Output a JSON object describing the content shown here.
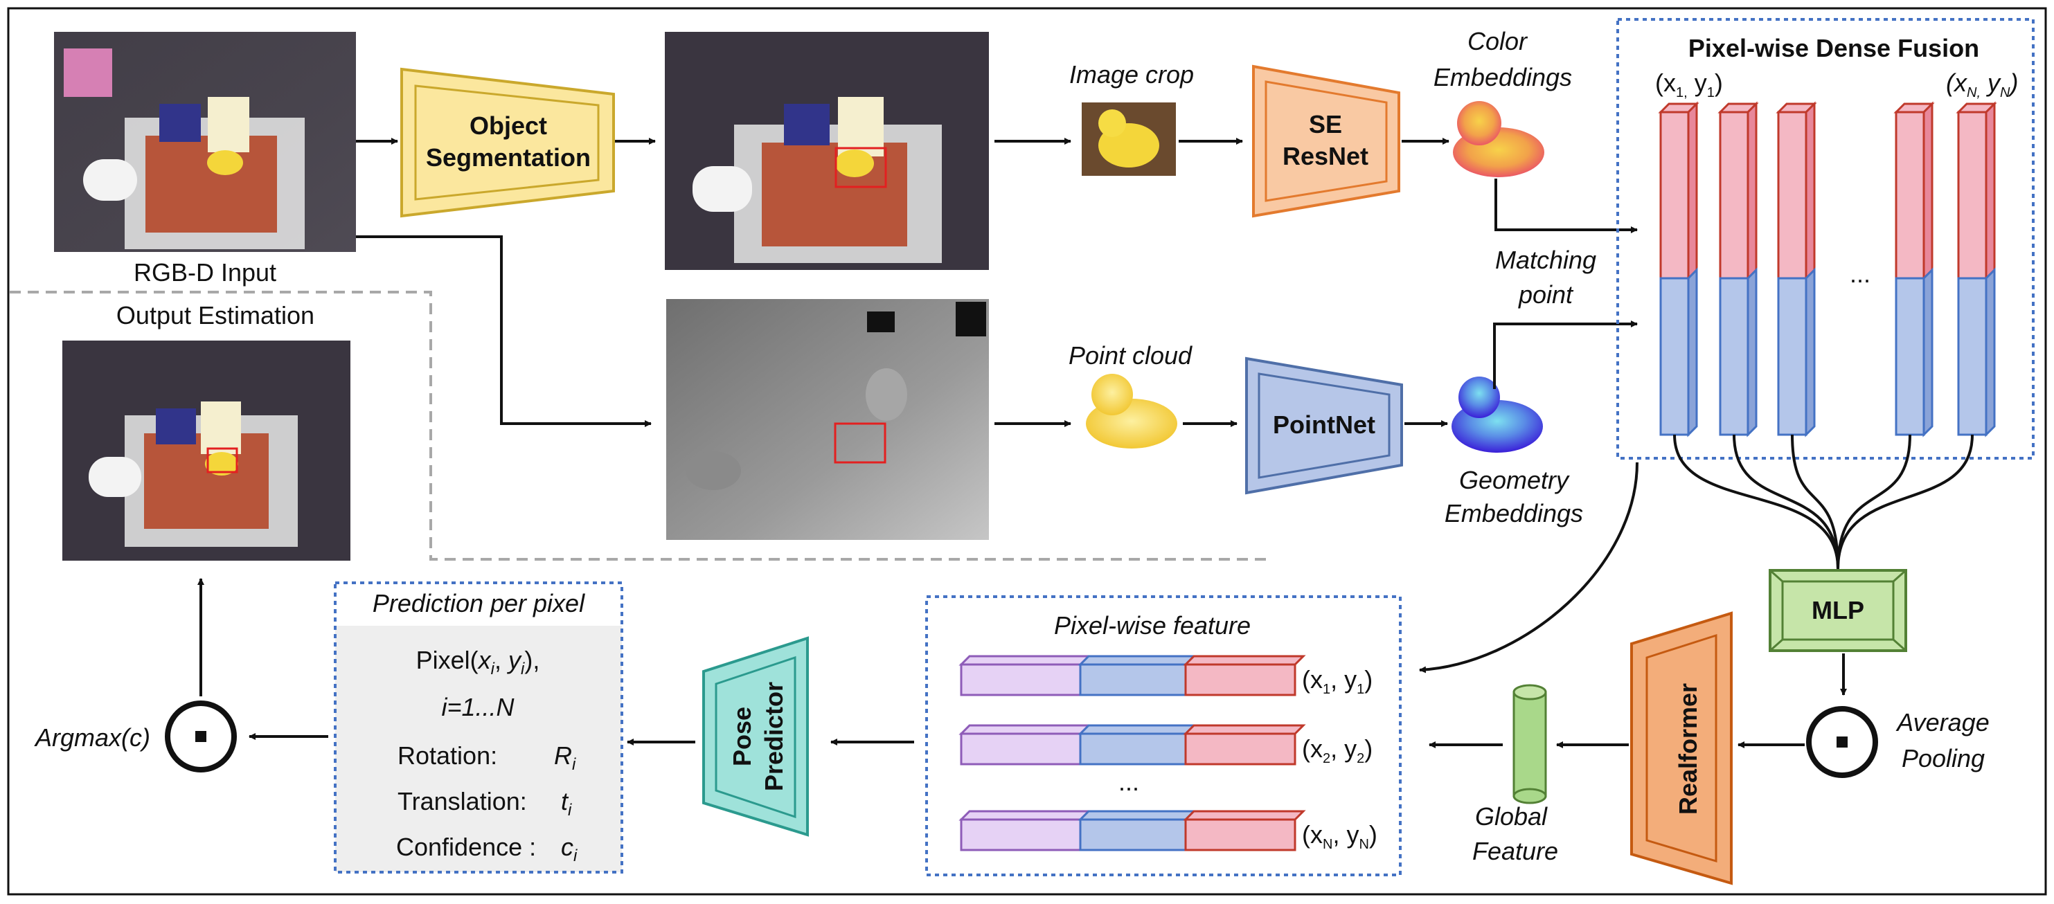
{
  "input": {
    "rgbd_label": "RGB-D Input"
  },
  "output": {
    "label": "Output Estimation"
  },
  "segmentation": {
    "line1": "Object",
    "line2": "Segmentation"
  },
  "image_crop": {
    "label": "Image crop"
  },
  "point_cloud": {
    "label": "Point cloud"
  },
  "se_resnet": {
    "line1": "SE",
    "line2": "ResNet"
  },
  "pointnet": {
    "label": "PointNet"
  },
  "color_embeddings": {
    "line1": "Color",
    "line2": "Embeddings"
  },
  "geometry_embeddings": {
    "line1": "Geometry",
    "line2": "Embeddings"
  },
  "matching_point": {
    "line1": "Matching",
    "line2": "point"
  },
  "fusion": {
    "title": "Pixel-wise Dense Fusion",
    "first_coord": "(x",
    "first_sub_x": "1,",
    "first_y": "y",
    "first_sub_y": "1",
    "first_close": ")",
    "last_coord": "(x",
    "last_sub_x": "N,",
    "last_y": "y",
    "last_sub_y": "N",
    "last_close": ")",
    "ellipsis": "..."
  },
  "mlp": {
    "label": "MLP"
  },
  "average_pooling": {
    "line1": "Average",
    "line2": "Pooling"
  },
  "realformer": {
    "label": "Realformer"
  },
  "global_feature": {
    "line1": "Global",
    "line2": "Feature"
  },
  "pixel_feature": {
    "title": "Pixel-wise feature",
    "rows": [
      {
        "x": "(x",
        "xs": "1",
        "y": ", y",
        "ys": "1",
        "c": ")"
      },
      {
        "x": "(x",
        "xs": "2",
        "y": ", y",
        "ys": "2",
        "c": ")"
      },
      {
        "x": "(x",
        "xs": "N",
        "y": ", y",
        "ys": "N",
        "c": ")"
      }
    ],
    "ellipsis": "..."
  },
  "pose_predictor": {
    "line1": "Pose",
    "line2": "Predictor"
  },
  "prediction": {
    "title": "Prediction per pixel",
    "pixel_pre": "Pixel(",
    "pixel_x": "x",
    "pixel_xs": "i",
    "pixel_mid": ", ",
    "pixel_y": "y",
    "pixel_ys": "i",
    "pixel_post": "),",
    "range": "i=1...N",
    "rotation_label": "Rotation:",
    "rotation_sym": "R",
    "rotation_sub": "i",
    "translation_label": "Translation:",
    "translation_sym": "t",
    "translation_sub": "i",
    "confidence_label": "Confidence :",
    "confidence_sym": "c",
    "confidence_sub": "i"
  },
  "argmax": {
    "label": "Argmax(c)"
  },
  "colors": {
    "fusion_red": "#f4b8c4",
    "fusion_blue": "#b4c6ea",
    "segmentation_fill": "#fbe79e",
    "resnet_fill": "#f9c9a3",
    "pointnet_fill": "#b6c6e8",
    "mlp_fill": "#c6e5a9",
    "realformer_fill": "#f3ad7a",
    "pose_fill": "#9fe2da",
    "global_feature_fill": "#a9d88a",
    "dotted_border": "#4472c4"
  }
}
